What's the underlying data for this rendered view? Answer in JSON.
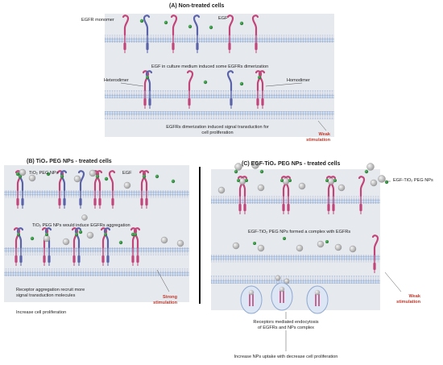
{
  "panel_a": {
    "title": "(A) Non-treated cells",
    "label_monomer": "EGFR monomer",
    "label_egf": "EGF",
    "caption_1": "EGF in culture medium induced some EGFRs dimerization",
    "label_heterodimer": "Heterodimer",
    "label_homodimer": "Homodimer",
    "caption_2_line1": "EGFRs dimerization induced signal transduction for",
    "caption_2_line2": "cell proliferation",
    "stim_line1": "Weak",
    "stim_line2": "stimulation"
  },
  "panel_b": {
    "title": "(B) TiO₂ PEG NPs - treated cells",
    "label_nps": "TiO₂ PEG NPs",
    "label_egf": "EGF",
    "caption_1": "TiO₂ PEG NPs would induce EGFRs aggregation",
    "caption_2_line1": "Receptor aggregation recruit more",
    "caption_2_line2": "signal transduction molecules",
    "stim_line1": "Strong",
    "stim_line2": "stimulation",
    "outcome": "Increase cell proliferation"
  },
  "panel_c": {
    "title": "(C) EGF-TiO₂ PEG NPs - treated cells",
    "label_complex": "EGF-TiO₂ PEG NPs",
    "caption_1": "EGF-TiO₂ PEG NPs formed a complex with EGFRs",
    "caption_2_line1": "Receptors mediated endocytosis",
    "caption_2_line2": "of EGFRs and NPs complex",
    "stim_line1": "Weak",
    "stim_line2": "stimulation",
    "outcome": "Increase NPs uptake with decrease cell proliferation"
  },
  "colors": {
    "pink_receptor": "#c2457a",
    "blue_receptor": "#5b63a8",
    "egf_green": "#2e8b3a",
    "np_grey": "#b9b9b9",
    "stimulation_red": "#c0392b",
    "panel_bg": "#e6e9ee",
    "membrane_blue": "#9fb6d9"
  }
}
